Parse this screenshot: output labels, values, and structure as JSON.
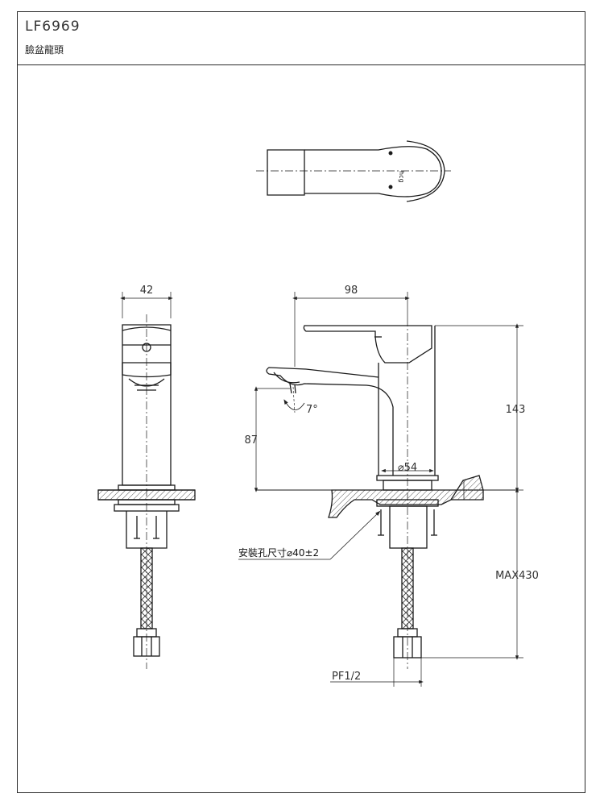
{
  "header": {
    "model": "LF6969",
    "product_name": "臉盆龍頭"
  },
  "dimensions": {
    "width_side": "42",
    "spout_reach": "98",
    "height_total": "143",
    "spout_height": "87",
    "base_diameter": "⌀54",
    "spout_angle": "7°",
    "max_length": "MAX430",
    "hole_note": "安裝孔尺寸⌀40±2",
    "connector": "PF1/2"
  },
  "colors": {
    "line": "#1a1a1a",
    "hatch": "#555555"
  }
}
